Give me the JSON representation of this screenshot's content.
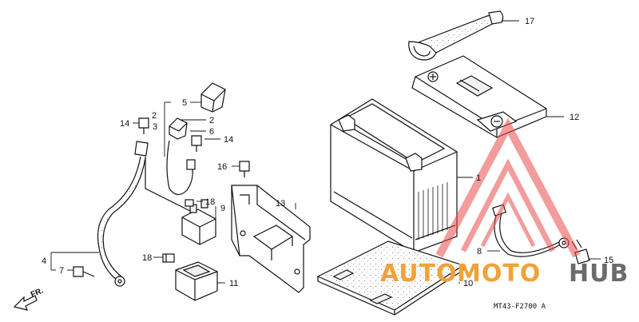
{
  "diagram": {
    "callouts": {
      "c1": "1",
      "c2a": "2",
      "c2b": "2",
      "c3": "3",
      "c4": "4",
      "c5": "5",
      "c6": "6",
      "c7": "7",
      "c8": "8",
      "c9": "9",
      "c10": "10",
      "c11": "11",
      "c12": "12",
      "c13": "13",
      "c14a": "14",
      "c14b": "14",
      "c15": "15",
      "c16": "16",
      "c17": "17",
      "c18a": "18",
      "c18b": "18"
    },
    "direction_label": "FR.",
    "drawing_code": "MT43-F2700 A"
  },
  "watermark": {
    "word_auto": "AUTO",
    "word_moto": "MOTO",
    "word_hub": "HUB",
    "colors": {
      "red": "#e84a4a",
      "orange": "#f2a23a",
      "gray": "#6b6b6b"
    }
  }
}
